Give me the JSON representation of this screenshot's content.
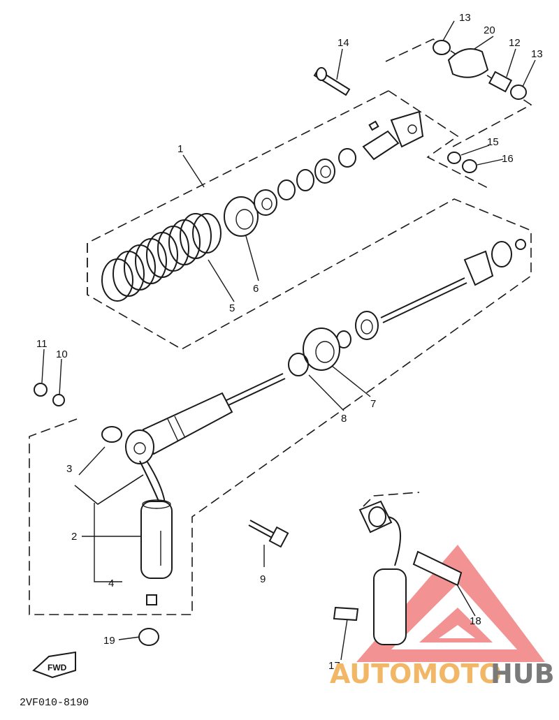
{
  "callouts": [
    "1",
    "2",
    "3",
    "4",
    "5",
    "6",
    "7",
    "8",
    "9",
    "10",
    "11",
    "12",
    "13",
    "13",
    "14",
    "15",
    "16",
    "17",
    "18",
    "19",
    "20"
  ],
  "fwd_label": "FWD",
  "diagram_code": "2VF010-8190",
  "watermark": {
    "part1": "AUTOMOTO",
    "part2": "HUB",
    "accent_color": "#f2b766",
    "shade_color": "#7a7a7a",
    "triangle_color": "#f08080"
  }
}
